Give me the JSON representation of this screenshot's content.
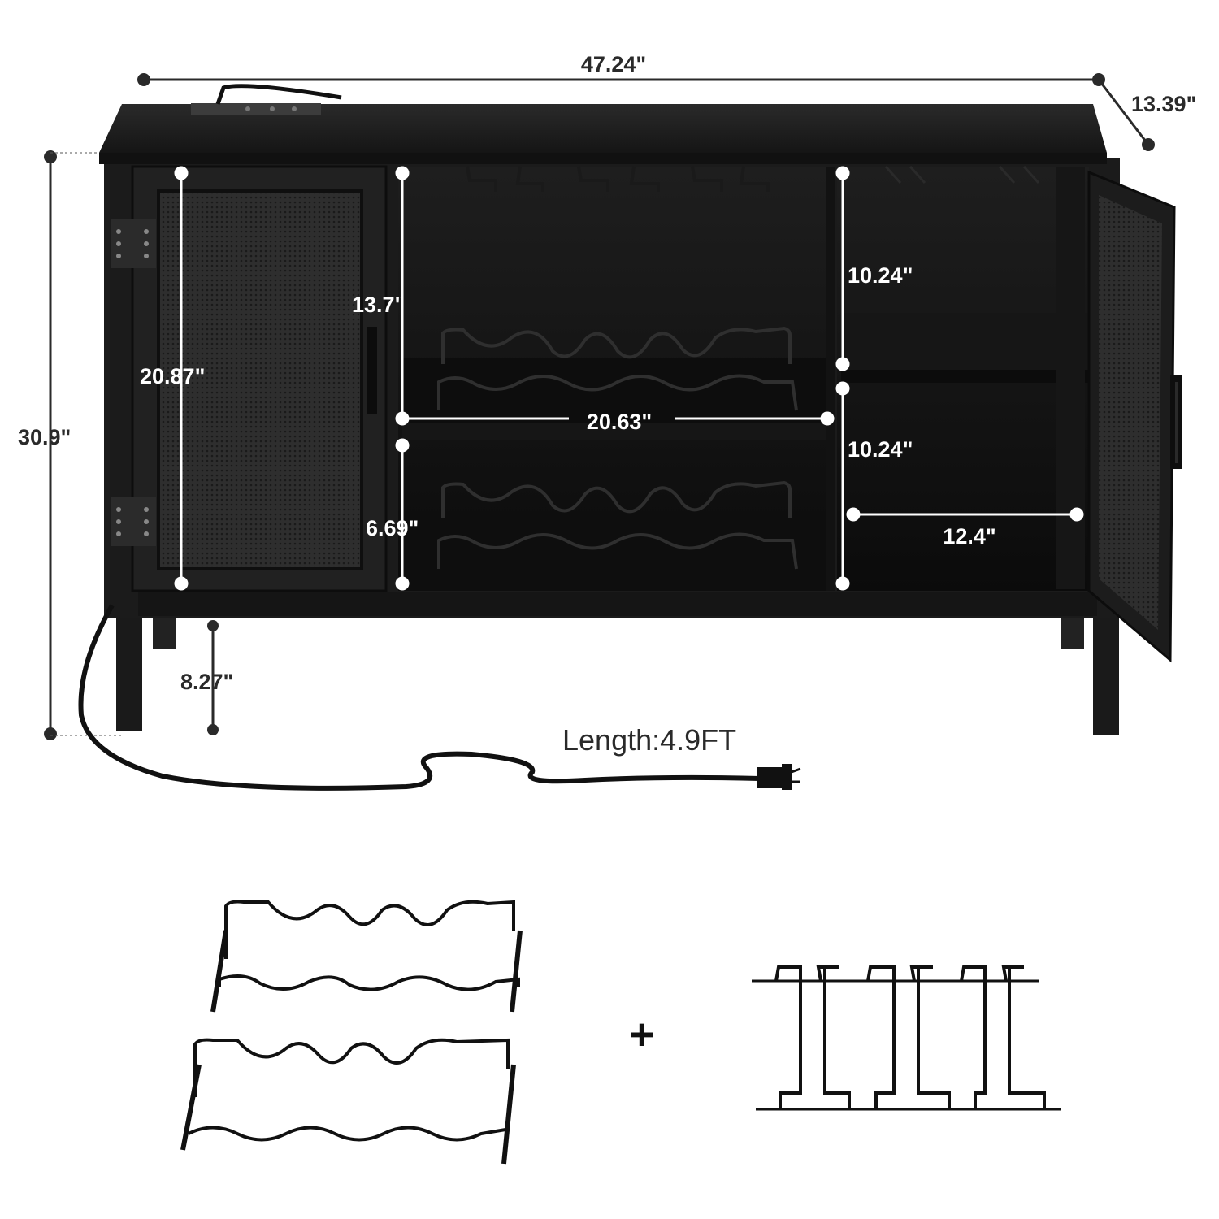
{
  "dimensions": {
    "width": "47.24\"",
    "depth": "13.39\"",
    "height": "30.9\"",
    "door_height": "20.87\"",
    "upper_shelf_height": "13.7\"",
    "shelf_width": "20.63\"",
    "lower_shelf_height": "6.69\"",
    "right_upper_height": "10.24\"",
    "right_lower_height": "10.24\"",
    "right_width": "12.4\"",
    "leg_height": "8.27\""
  },
  "cord": {
    "label": "Length:4.9FT"
  },
  "accessories": {
    "separator": "+",
    "items": [
      "wine-rack",
      "wine-rack",
      "glass-holder"
    ]
  },
  "colors": {
    "cabinet": "#1b1b1b",
    "interior": "#101010",
    "dimension_line": "#2a2a2a",
    "panel_background": "#f1f1f1"
  }
}
